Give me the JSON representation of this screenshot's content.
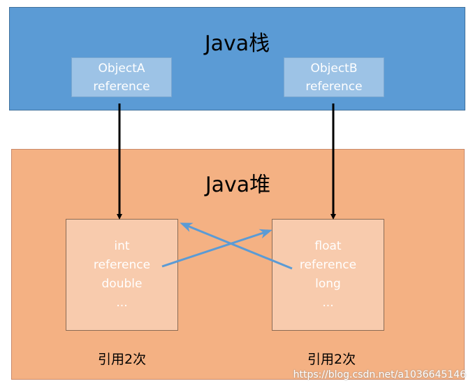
{
  "stack": {
    "title": "Java栈",
    "refs": [
      {
        "line1": "ObjectA",
        "line2": "reference"
      },
      {
        "line1": "ObjectB",
        "line2": "reference"
      }
    ]
  },
  "heap": {
    "title": "Java堆",
    "objects": [
      {
        "lines": [
          "int",
          "reference",
          "double",
          "..."
        ],
        "count": "引用2次"
      },
      {
        "lines": [
          "float",
          "reference",
          "long",
          "..."
        ],
        "count": "引用2次"
      }
    ]
  },
  "watermark": "https://blog.csdn.net/a1036645146",
  "colors": {
    "stack_fill": "#5b9bd5",
    "stack_ref_fill": "#9dc3e6",
    "heap_fill": "#f4b183",
    "heap_object_fill": "#f8cbad",
    "pointer_arrow": "#000000",
    "cross_arrow": "#5b9bd5"
  }
}
